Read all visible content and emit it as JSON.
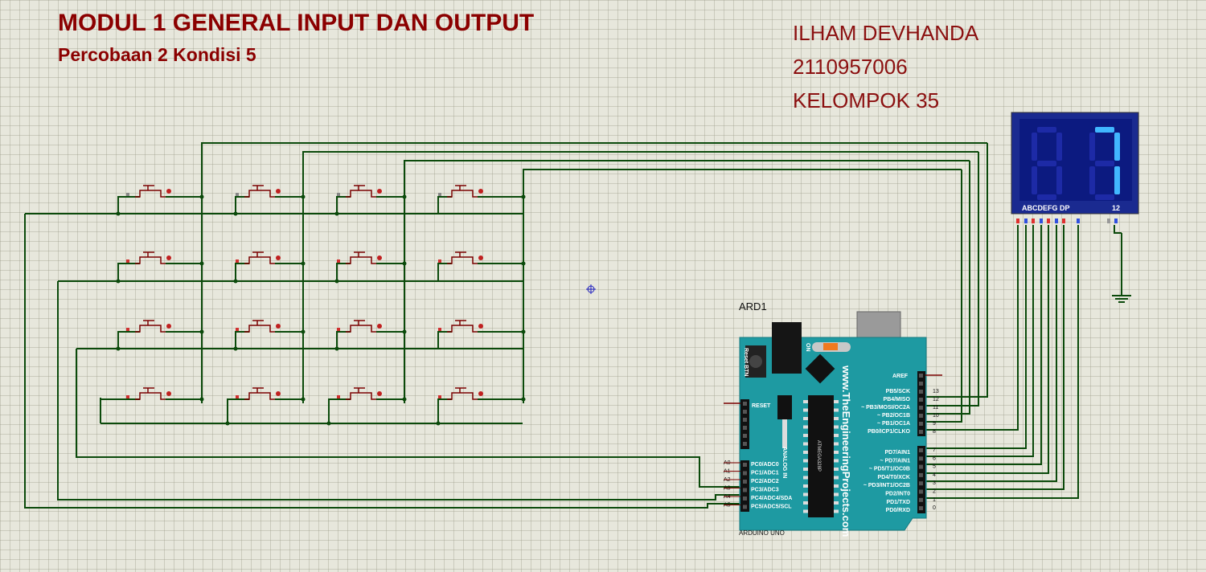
{
  "header": {
    "title": "MODUL 1 GENERAL INPUT DAN OUTPUT",
    "subtitle": "Percobaan 2 Kondisi 5"
  },
  "author": {
    "name": "ILHAM DEVHANDA",
    "nim": "2110957006",
    "group": "KELOMPOK 35"
  },
  "arduino": {
    "ref": "ARD1",
    "name": "ARDUINO UNO",
    "brand": "www.TheEngineeringProjects.com",
    "chip": "ATMEGA328P",
    "reset_label": "Reset BTN",
    "on_label": "ON",
    "reset_pin": "RESET",
    "aref": "AREF",
    "analog_in": "ANALOG IN",
    "analog_pins": [
      "A0",
      "A1",
      "A2",
      "A3",
      "A4",
      "A5"
    ],
    "analog_labels": [
      "PC0/ADC0",
      "PC1/ADC1",
      "PC2/ADC2",
      "PC3/ADC3",
      "PC4/ADC4/SDA",
      "PC5/ADC5/SCL"
    ],
    "digital_labels_b": [
      "PB5/SCK",
      "PB4/MISO",
      "~ PB3/MOSI/OC2A",
      "~ PB2/OC1B",
      "~ PB1/OC1A",
      "PB0/ICP1/CLKO"
    ],
    "digital_nums_b": [
      "13",
      "12",
      "11",
      "10",
      "9",
      "8"
    ],
    "digital_labels_d": [
      "PD7/AIN1",
      "~ PD7/AIN1",
      "~ PD5/T1/OC0B",
      "PD4/T0/XCK",
      "~ PD3/INT1/OC2B",
      "PD2/INT0",
      "PD1/TXD",
      "PD0/RXD"
    ],
    "digital_nums_d": [
      "7",
      "6",
      "5",
      "4",
      "3",
      "2",
      "1",
      "0"
    ]
  },
  "display": {
    "digit": "7",
    "segment_label": "ABCDEFG DP",
    "common_label": "12",
    "lit_color": "#41b7ff",
    "unlit_color": "#1d2aa6"
  },
  "colors": {
    "wire": "#0b4a0b",
    "board": "#1e9aa2",
    "title": "#8b0000"
  }
}
